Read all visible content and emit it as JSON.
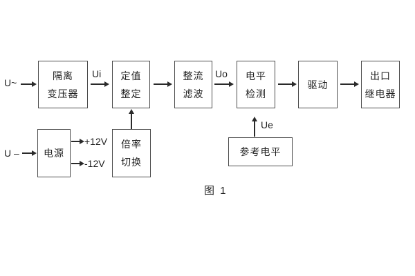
{
  "caption": "图 1",
  "inputs": {
    "ac_label": "U~",
    "dc_label": "U –"
  },
  "signals": {
    "ui": "Ui",
    "uo": "Uo",
    "ue": "Ue"
  },
  "rails": {
    "positive": "+12V",
    "negative": "-12V"
  },
  "blocks": {
    "isolation_transformer": {
      "line1": "隔离",
      "line2": "变压器"
    },
    "setting_adjust": {
      "line1": "定值",
      "line2": "整定"
    },
    "rectifier_filter": {
      "line1": "整流",
      "line2": "滤波"
    },
    "level_detect": {
      "line1": "电平",
      "line2": "检测"
    },
    "driver": {
      "line1": "驱动"
    },
    "output_relay": {
      "line1": "出口",
      "line2": "继电器"
    },
    "power_supply": {
      "line1": "电源"
    },
    "ratio_switch": {
      "line1": "倍率",
      "line2": "切换"
    },
    "reference_level": {
      "line1": "参考电平"
    }
  },
  "colors": {
    "line": "#2a2a2a",
    "box_border": "#4a4a4a",
    "text": "#222222",
    "background": "#ffffff"
  }
}
